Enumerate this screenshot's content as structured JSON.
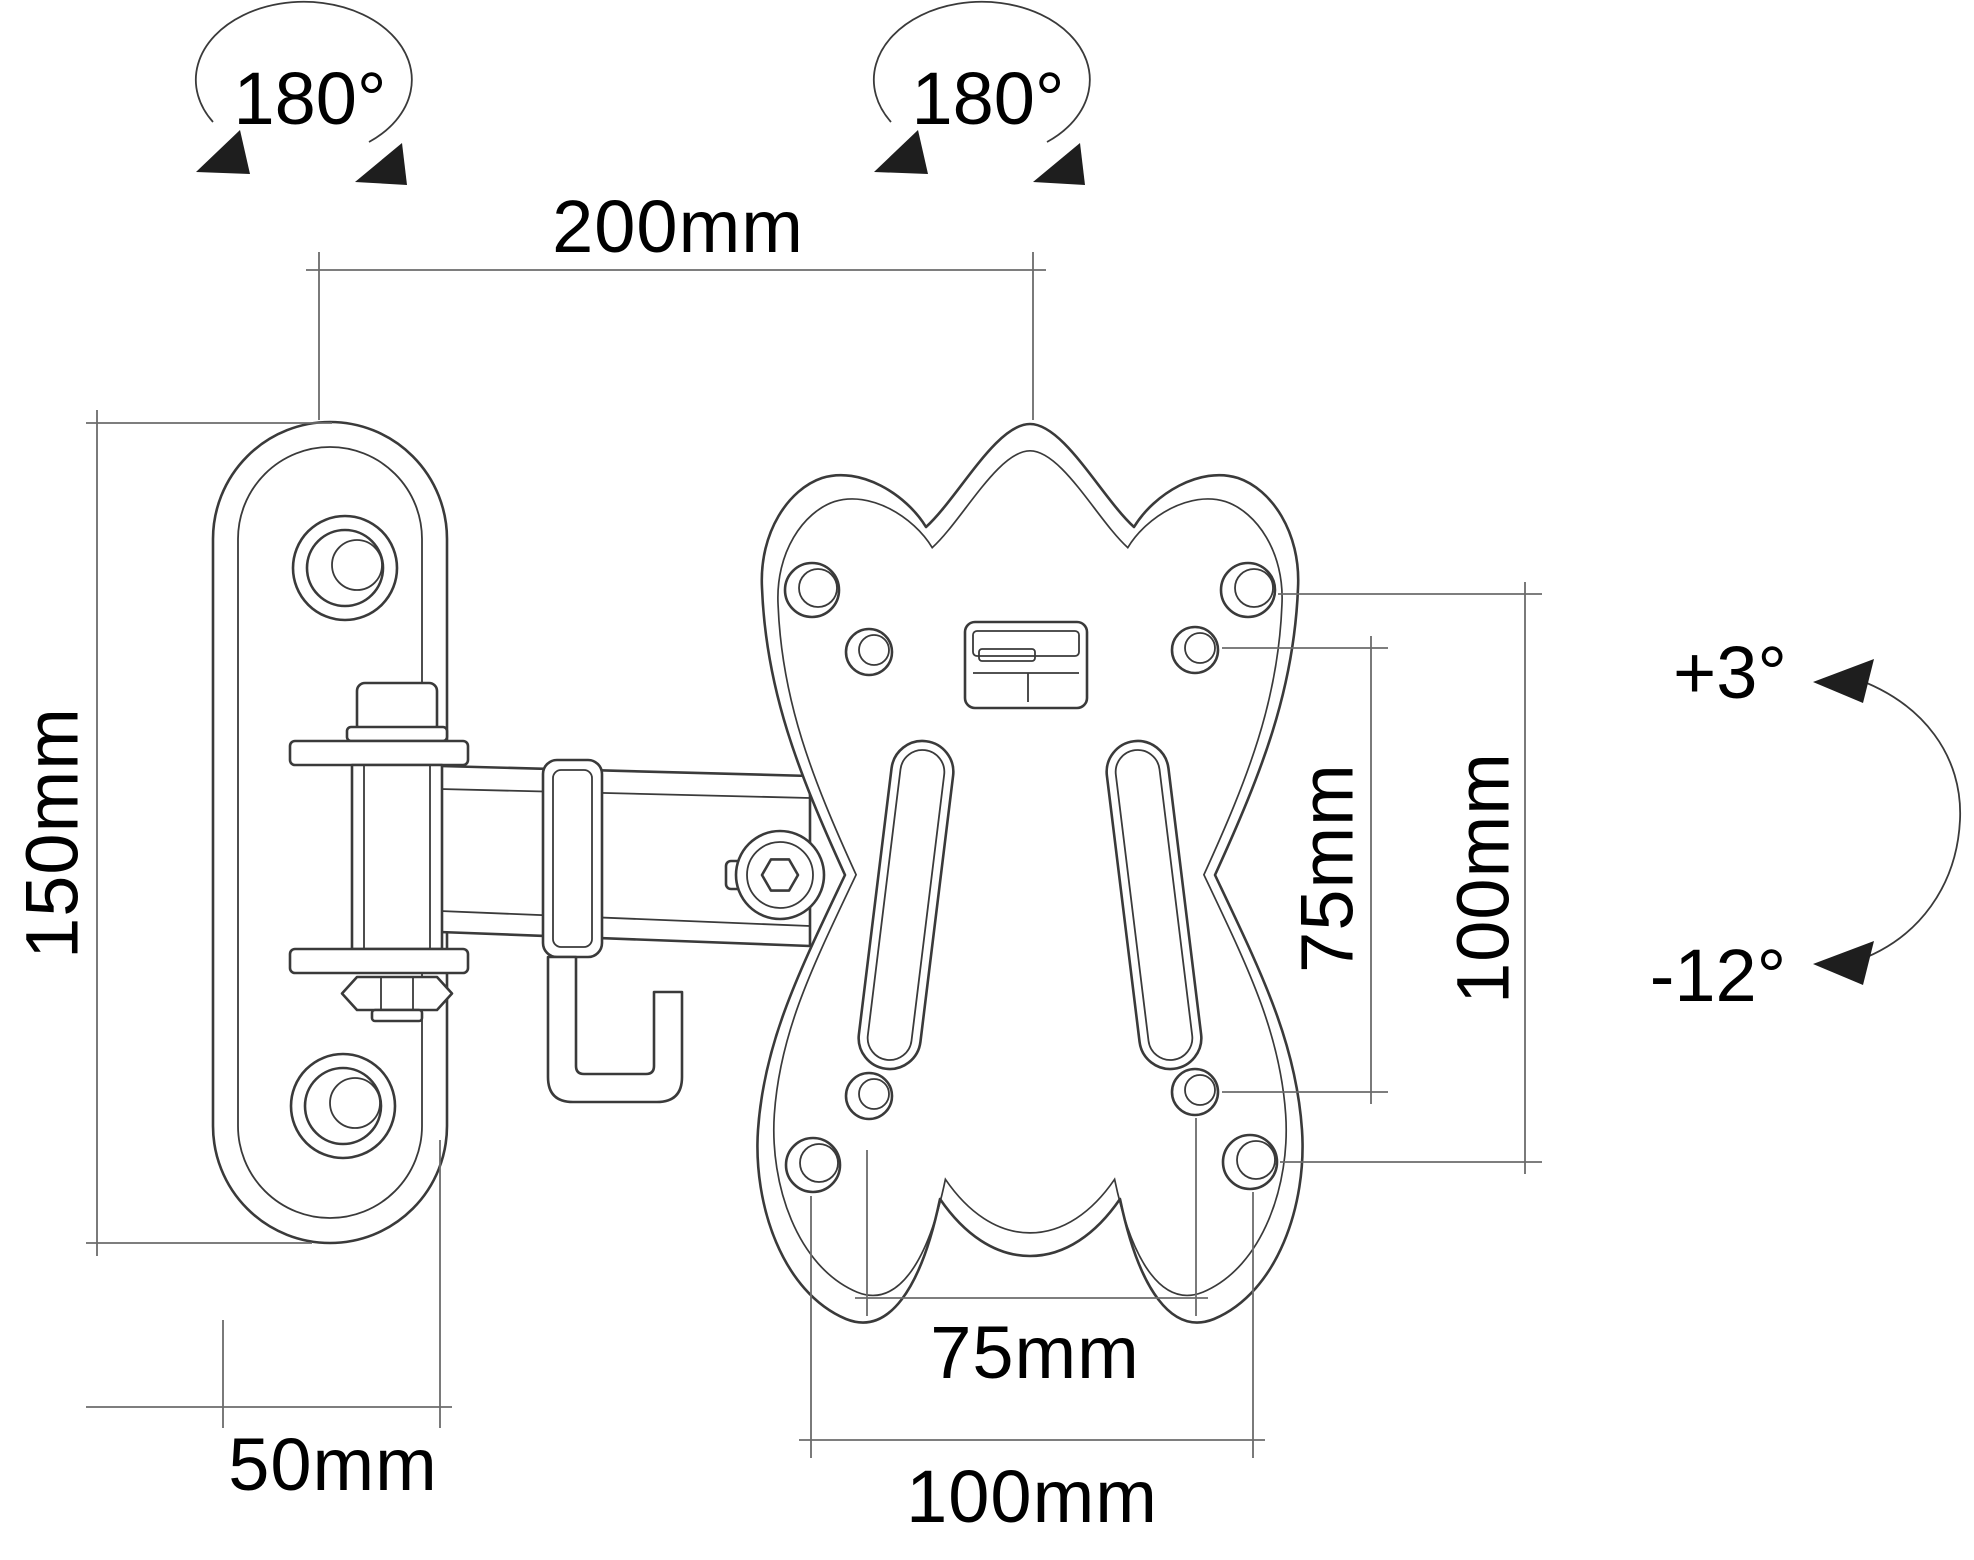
{
  "drawing": {
    "type": "technical-dimension-diagram",
    "subject": "Swivel wall mount bracket (VESA 75/100) side-front line drawing",
    "colors": {
      "background": "#ffffff",
      "line": "#3a3a3a",
      "dimension_line": "#6b6b6b",
      "text": "#000000",
      "arrow": "#1e1e1e"
    },
    "labels": {
      "swivel_left": "180°",
      "swivel_right": "180°",
      "reach": "200mm",
      "wall_plate_height": "150mm",
      "wall_plate_width": "50mm",
      "vesa_width_75": "75mm",
      "vesa_width_100": "100mm",
      "vesa_height_75": "75mm",
      "vesa_height_100": "100mm",
      "tilt_up": "+3°",
      "tilt_down": "-12°"
    }
  }
}
